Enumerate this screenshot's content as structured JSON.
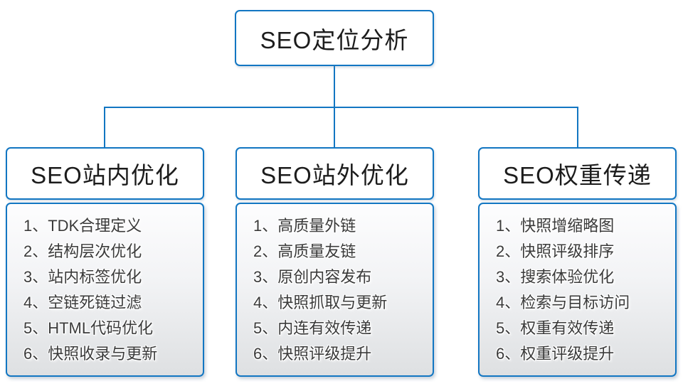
{
  "diagram": {
    "root": {
      "label": "SEO定位分析"
    },
    "columns": [
      {
        "header": "SEO站内优化",
        "items": [
          "1、TDK合理定义",
          "2、结构层次优化",
          "3、站内标签优化",
          "4、空链死链过滤",
          "5、HTML代码优化",
          "6、快照收录与更新"
        ]
      },
      {
        "header": "SEO站外优化",
        "items": [
          "1、高质量外链",
          "2、高质量友链",
          "3、原创内容发布",
          "4、快照抓取与更新",
          "5、内连有效传递",
          "6、快照评级提升"
        ]
      },
      {
        "header": "SEO权重传递",
        "items": [
          "1、快照增缩略图",
          "2、快照评级排序",
          "3、搜索体验优化",
          "4、检索与目标访问",
          "5、权重有效传递",
          "6、权重评级提升"
        ]
      }
    ],
    "colors": {
      "accent_border": "#1276c2",
      "heading_text": "#1c1c1c",
      "item_text": "#3a3a3a",
      "body_gradient_top": "#fdfdfe",
      "body_gradient_bottom": "#dee0e2"
    }
  }
}
